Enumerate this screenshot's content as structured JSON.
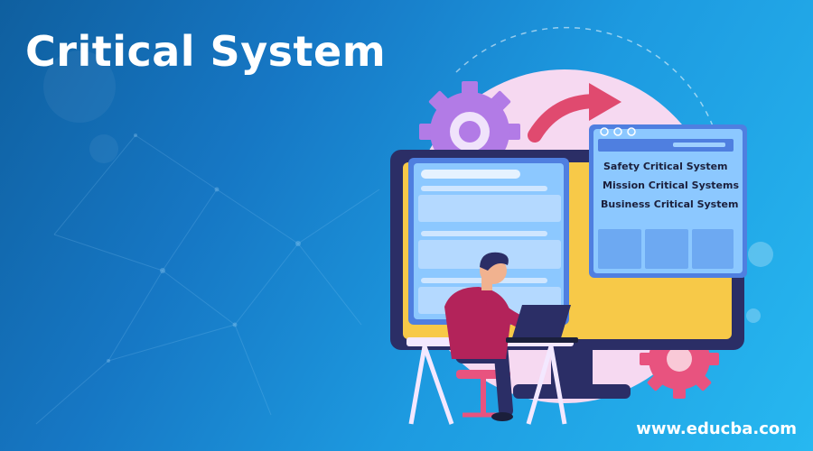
{
  "page": {
    "title": "Critical System",
    "watermark": "www.educba.com"
  },
  "window_panel": {
    "items": [
      "Safety Critical System",
      "Mission Critical Systems",
      "Business Critical System"
    ]
  },
  "colors": {
    "background_start": "#0f5f9f",
    "background_end": "#27b8f0",
    "blob": "#f6d9f1",
    "gear_purple": "#b27be6",
    "gear_pink": "#e8537f",
    "arrow": "#e04a6f",
    "monitor_frame": "#2b2e66",
    "screen": "#f7c948",
    "panel": "#8cc8ff"
  },
  "icons": [
    "gear-icon",
    "arrow-icon",
    "person-icon",
    "laptop-icon",
    "monitor-icon"
  ]
}
